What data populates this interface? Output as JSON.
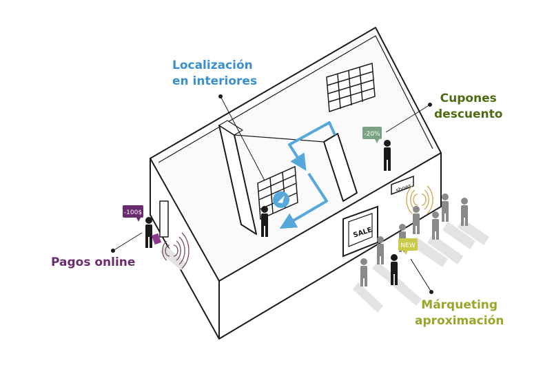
{
  "callouts": {
    "indoor_location": {
      "line1": "Localización",
      "line2": "en interiores",
      "color": "#3a8fcf"
    },
    "coupons": {
      "line1": "Cupones",
      "line2": "descuento",
      "color": "#4e6b12"
    },
    "online_payments": {
      "line1": "Pagos online",
      "color": "#6b2b6f"
    },
    "proximity_marketing": {
      "line1": "Márqueting",
      "line2": "aproximación",
      "color": "#9aa62a"
    }
  },
  "tags": {
    "payment_tag": {
      "text": "-100$",
      "color": "#6b2b6f"
    },
    "coupon_tag": {
      "text": "-20%",
      "color": "#7aa386"
    },
    "new_tag": {
      "text": "NEW",
      "color": "#c9c94a"
    }
  },
  "signs": {
    "sale_sign": "SALE",
    "shoes_sign": "shoes"
  },
  "colors": {
    "walls": "#1a1a1a",
    "route": "#56a8dc",
    "people_dark": "#1a1a1a",
    "people_grey": "#8a8a8a",
    "shadow": "#e3e3e3",
    "waves_red": "#7a4a5c",
    "waves_gold": "#c8a84a"
  }
}
